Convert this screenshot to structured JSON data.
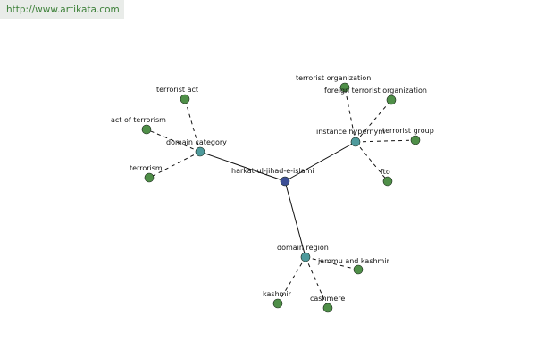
{
  "header": {
    "source_url": "http://www.artikata.com"
  },
  "colors": {
    "root_node": "#3c4f95",
    "category_node": "#4e9a9c",
    "leaf_node": "#4f8f48",
    "edge": "#111111",
    "link_text": "#3b7f37",
    "header_band": "#e9ece9"
  },
  "graph": {
    "root": {
      "label": "harkat-ul-jihad-e-islami"
    },
    "categories": [
      {
        "id": "domain-category",
        "label": "domain category"
      },
      {
        "id": "instance-hypernym",
        "label": "instance hypernym"
      },
      {
        "id": "domain-region",
        "label": "domain region"
      }
    ],
    "leaves": [
      {
        "id": "terrorist-act",
        "label": "terrorist act",
        "parent": "domain-category"
      },
      {
        "id": "act-of-terrorism",
        "label": "act of terrorism",
        "parent": "domain-category"
      },
      {
        "id": "terrorism",
        "label": "terrorism",
        "parent": "domain-category"
      },
      {
        "id": "terrorist-organization",
        "label": "terrorist organization",
        "parent": "instance-hypernym"
      },
      {
        "id": "foreign-terrorist-organization",
        "label": "foreign terrorist organization",
        "parent": "instance-hypernym"
      },
      {
        "id": "terrorist-group",
        "label": "terrorist group",
        "parent": "instance-hypernym"
      },
      {
        "id": "fto",
        "label": "fto",
        "parent": "instance-hypernym"
      },
      {
        "id": "jammu-and-kashmir",
        "label": "jammu and kashmir",
        "parent": "domain-region"
      },
      {
        "id": "kashmir",
        "label": "kashmir",
        "parent": "domain-region"
      },
      {
        "id": "cashmere",
        "label": "cashmere",
        "parent": "domain-region"
      }
    ]
  }
}
